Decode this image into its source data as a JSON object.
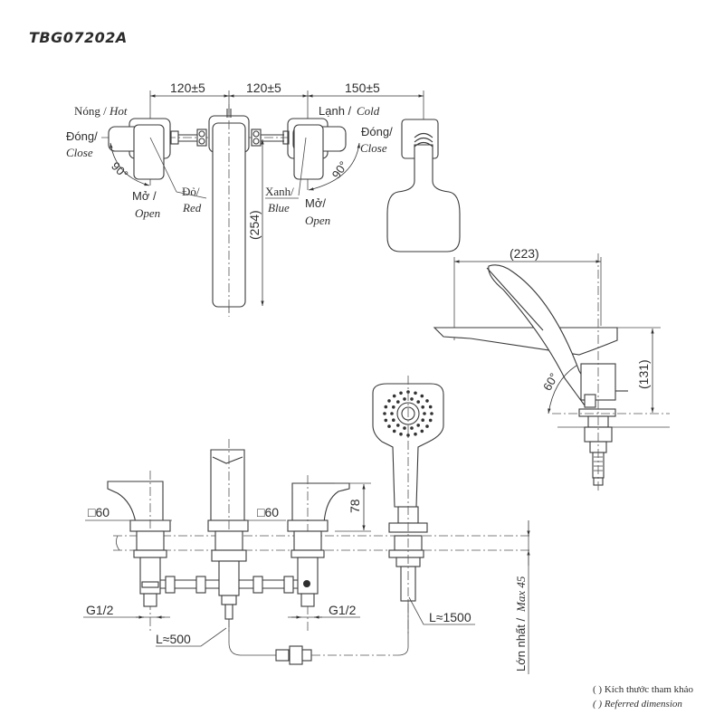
{
  "model_code": "TBG07202A",
  "top_view": {
    "dimensions": {
      "hot_to_spout": "120±5",
      "spout_to_cold": "120±5",
      "cold_to_shower": "150±5",
      "spout_length": "(254)"
    },
    "hot_handle": {
      "title_vi": "Nóng /",
      "title_en": "Hot",
      "close_vi": "Đóng/",
      "close_en": "Close",
      "open_vi": "Mở /",
      "open_en": "Open",
      "angle": "90°",
      "color_vi": "Đỏ/",
      "color_en": "Red"
    },
    "cold_handle": {
      "title_vi": "Lạnh /",
      "title_en": "Cold",
      "close_vi": "Đóng/",
      "close_en": "Close",
      "open_vi": "Mở/",
      "open_en": "Open",
      "angle": "90°",
      "color_vi": "Xanh/",
      "color_en": "Blue"
    }
  },
  "side_view": {
    "reach": "(223)",
    "height": "(131)",
    "angle": "60°"
  },
  "front_view": {
    "base_left": "□60",
    "base_center": "□60",
    "handle_height": "78",
    "thread_left": "G1/2",
    "thread_right": "G1/2",
    "hose_short": "L≈500",
    "hose_long": "L≈1500",
    "deck_thickness_vi": "Lớn nhất /",
    "deck_thickness_en": "Max 45"
  },
  "notes": {
    "vi": "( ) Kích thước tham khảo",
    "en": "( ) Referred dimension"
  }
}
